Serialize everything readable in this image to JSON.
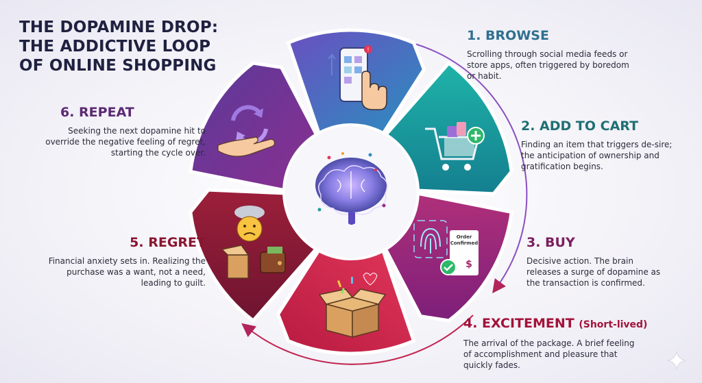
{
  "title": "THE DOPAMINE DROP:\nTHE ADDICTIVE LOOP\nOF ONLINE SHOPPING",
  "steps": [
    {
      "heading": "1. BROWSE",
      "description": "Scrolling through social media feeds or store apps, often triggered by boredom or habit.",
      "color": "#2f6f8f",
      "icon": "phone-scroll-icon"
    },
    {
      "heading": "2. ADD TO CART",
      "description": "Finding an item that triggers de-sire; the anticipation of ownership and gratification begins.",
      "color": "#1f6f73",
      "icon": "shopping-cart-icon"
    },
    {
      "heading": "3. BUY",
      "description": "Decisive action. The brain releases a surge of dopamine as the transaction is confirmed.",
      "color": "#7a1e5e",
      "icon": "fingerprint-receipt-icon"
    },
    {
      "heading": "4. EXCITEMENT",
      "heading_sub": "(Short-lived)",
      "description": "The arrival of the package. A brief feeling of accomplishment and pleasure that quickly fades.",
      "color": "#a3123a",
      "icon": "package-icon"
    },
    {
      "heading": "5. REGRET",
      "description": "Financial anxiety sets in. Realizing the purchase was a want, not a need, leading to guilt.",
      "color": "#8a1530",
      "icon": "sad-face-wallet-icon"
    },
    {
      "heading": "6. REPEAT",
      "description": "Seeking the next dopamine hit to override the negative feeling of regret, starting the cycle over.",
      "color": "#5c2a72",
      "icon": "repeat-hand-icon"
    }
  ],
  "receipt": {
    "line1": "Order",
    "line2": "Confirmed",
    "currency": "$"
  },
  "colors": {
    "browse": "#2a8fbf",
    "cart": "#18a3a0",
    "buy": "#9c2a8a",
    "excite": "#d9244f",
    "regret": "#8c1a35",
    "repeat": "#6a2e8c",
    "center": "#f7f6fb"
  }
}
